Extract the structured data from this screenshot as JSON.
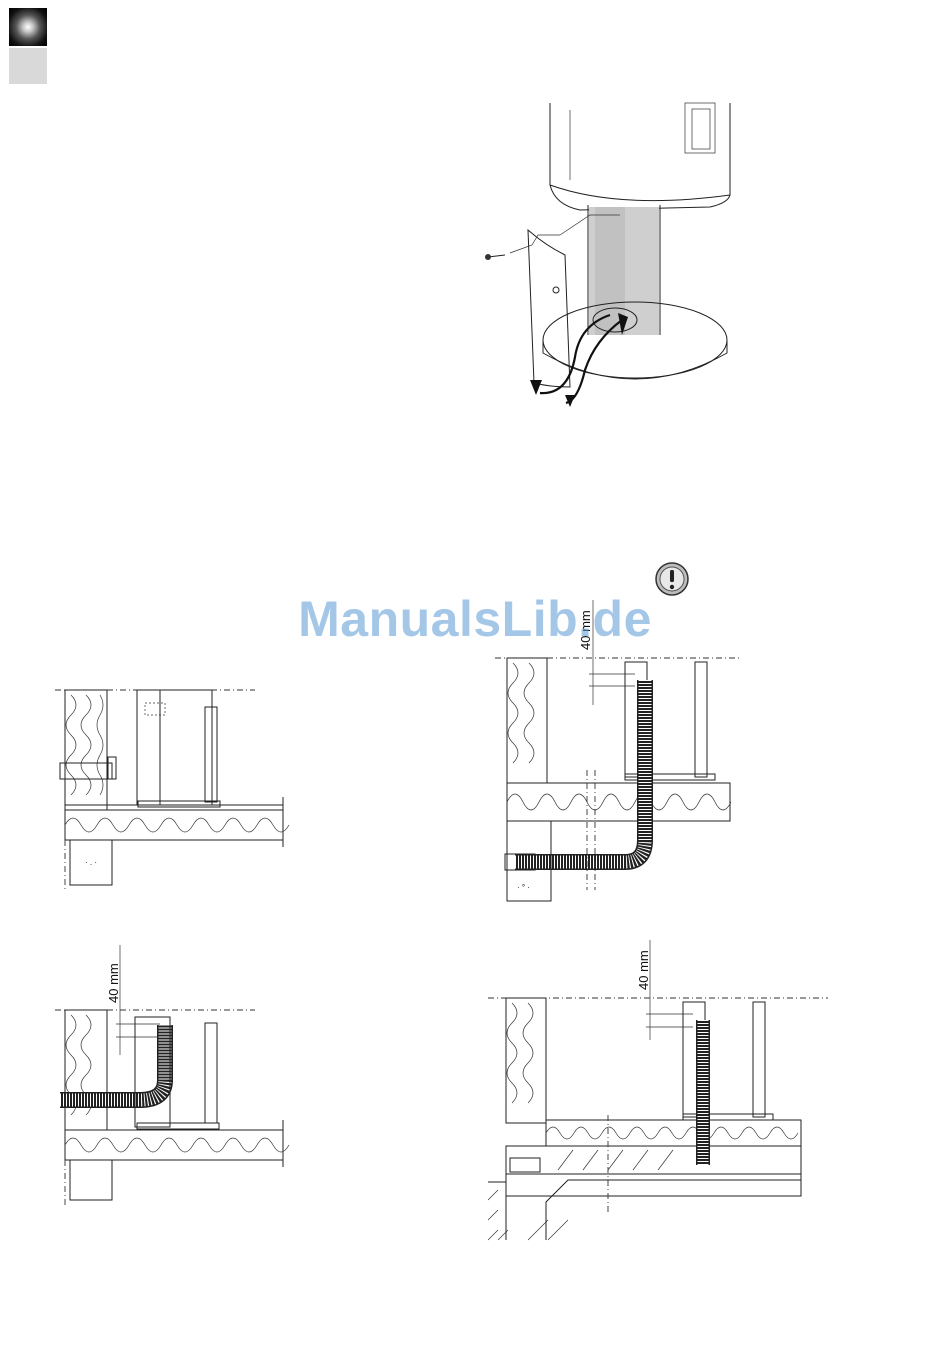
{
  "page": {
    "watermark": "ManualsLib.de"
  },
  "figures": {
    "stove_panel": {
      "label": ""
    },
    "wall_inlet": {
      "label": ""
    },
    "wall_duct": {
      "dimension": "40 mm"
    },
    "floor_duct": {
      "dimension": "40 mm"
    },
    "ground_duct": {
      "dimension": "40 mm"
    }
  },
  "icons": {
    "warning": "exclamation-icon"
  },
  "colors": {
    "watermark": "#5b9bd5",
    "line": "#222222",
    "tab_light": "#d9d9d9"
  }
}
